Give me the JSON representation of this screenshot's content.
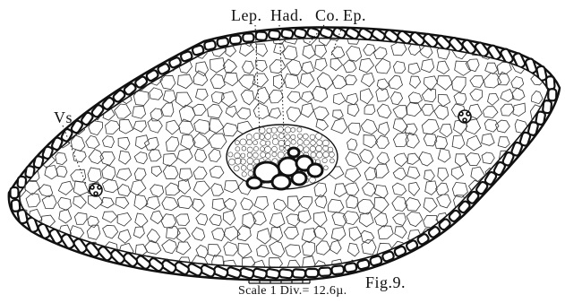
{
  "figure": {
    "labels": {
      "lep": "Lep.",
      "had": "Had.",
      "co": "Co.",
      "ep": "Ep.",
      "vs": "Vs."
    },
    "caption": "Fig.9.",
    "scale": "Scale 1 Div.= 12.6µ."
  },
  "colors": {
    "ink": "#111111",
    "paper": "#ffffff"
  }
}
